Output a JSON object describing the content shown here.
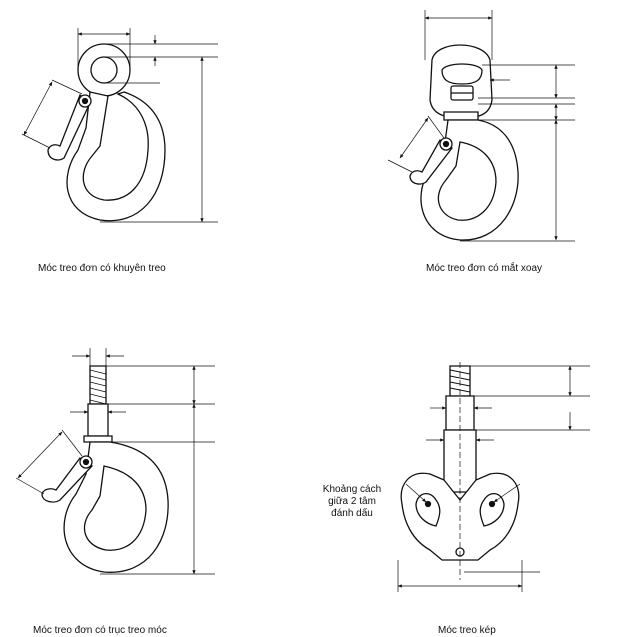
{
  "panels": [
    {
      "key": "eye-hook",
      "caption": "Móc treo đơn có khuyên treo"
    },
    {
      "key": "swivel-hook",
      "caption": "Móc treo đơn có mắt xoay"
    },
    {
      "key": "shank-hook",
      "caption": "Móc treo đơn có trục treo móc"
    },
    {
      "key": "double-hook",
      "caption": "Móc treo kép"
    }
  ],
  "annotation": {
    "line1": "Khoảng cách",
    "line2": "giữa 2 tâm",
    "line3": "đánh dấu"
  },
  "colors": {
    "stroke": "#111111",
    "fill": "#ffffff"
  }
}
